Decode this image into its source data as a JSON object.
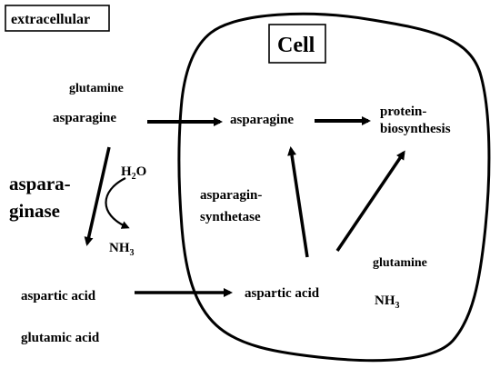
{
  "colors": {
    "ink": "#000000",
    "background": "#ffffff"
  },
  "compartments": {
    "extracellular": "extracellular",
    "cell": "Cell"
  },
  "labels": {
    "glutamine_out": "glutamine",
    "asparagine_out": "asparagine",
    "asparagine_in": "asparagine",
    "protein_line1": "protein-",
    "protein_line2": "biosynthesis",
    "enzyme_line1": "aspara-",
    "enzyme_line2": "ginase",
    "water_main": "H",
    "water_sub": "2",
    "water_end": "O",
    "ammonia_out_main": "NH",
    "ammonia_out_sub": "3",
    "synthetase_line1": "asparagin-",
    "synthetase_line2": "synthetase",
    "aspartic_out": "aspartic acid",
    "aspartic_in": "aspartic acid",
    "glutamic_out": "glutamic acid",
    "glutamine_in": "glutamine",
    "ammonia_in_main": "NH",
    "ammonia_in_sub": "3"
  }
}
